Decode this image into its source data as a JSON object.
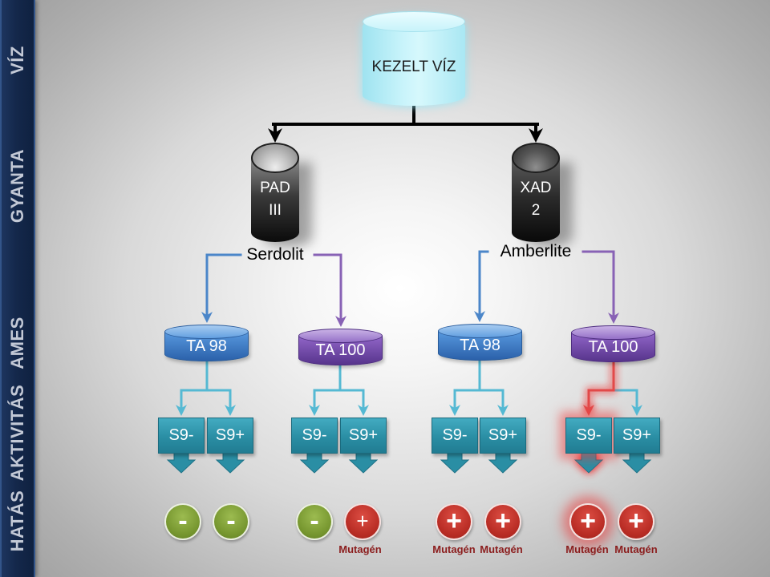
{
  "sidebar": {
    "labels": [
      "VÍZ",
      "GYANTA",
      "AMES",
      "AKTIVITÁS",
      "HATÁS"
    ]
  },
  "source": {
    "label": "KEZELT VÍZ"
  },
  "resins": [
    {
      "name": [
        "PAD",
        "III"
      ],
      "brand": "Serdolit",
      "strains": [
        {
          "label": "TA 98",
          "tests": [
            {
              "label": "S9-",
              "result": "-"
            },
            {
              "label": "S9+",
              "result": "-"
            }
          ]
        },
        {
          "label": "TA 100",
          "tests": [
            {
              "label": "S9-",
              "result": "-"
            },
            {
              "label": "S9+",
              "result": "+",
              "note": "Mutagén"
            }
          ]
        }
      ]
    },
    {
      "name": [
        "XAD",
        "2"
      ],
      "brand": "Amberlite",
      "strains": [
        {
          "label": "TA 98",
          "tests": [
            {
              "label": "S9-",
              "result": "+",
              "note": "Mutagén"
            },
            {
              "label": "S9+",
              "result": "+",
              "note": "Mutagén"
            }
          ]
        },
        {
          "label": "TA 100",
          "tests": [
            {
              "label": "S9-",
              "result": "+",
              "note": "Mutagén",
              "highlighted": true
            },
            {
              "label": "S9+",
              "result": "+",
              "note": "Mutagén"
            }
          ]
        }
      ]
    }
  ],
  "colors": {
    "sidebar": "#14284b",
    "source_cylinder": "#bdeff8",
    "tree_lines": "#000000",
    "ta98": "#4b86c9",
    "ta100": "#7446ac",
    "branch_lines": "#55b9d3",
    "s9_box": "#2a8ea4",
    "negative": "#7a9a35",
    "positive": "#c0302a",
    "mutagen_text": "#8b1d1d",
    "highlight_glow": "#ee4040"
  }
}
